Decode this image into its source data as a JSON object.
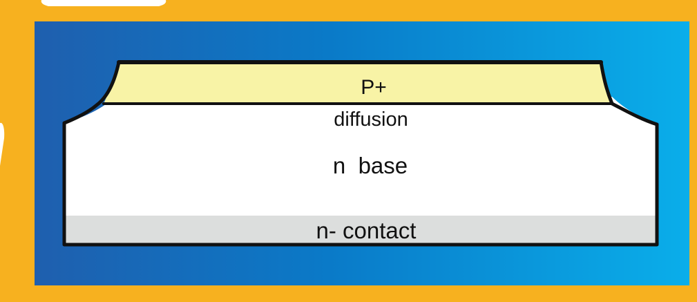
{
  "colors": {
    "frame_orange": "#F7B11F",
    "panel_blue_dark": "#1F5FAE",
    "panel_blue_mid": "#0A7AC8",
    "panel_blue_light": "#0AAEEA",
    "p_plus_fill": "#F8F3A6",
    "base_fill": "#FFFFFF",
    "contact_fill": "#DCDEDD",
    "outline": "#111111"
  },
  "layers": {
    "p_plus": "P+",
    "diffusion": "diffusion",
    "base": "n  base",
    "contact": "n- contact"
  }
}
